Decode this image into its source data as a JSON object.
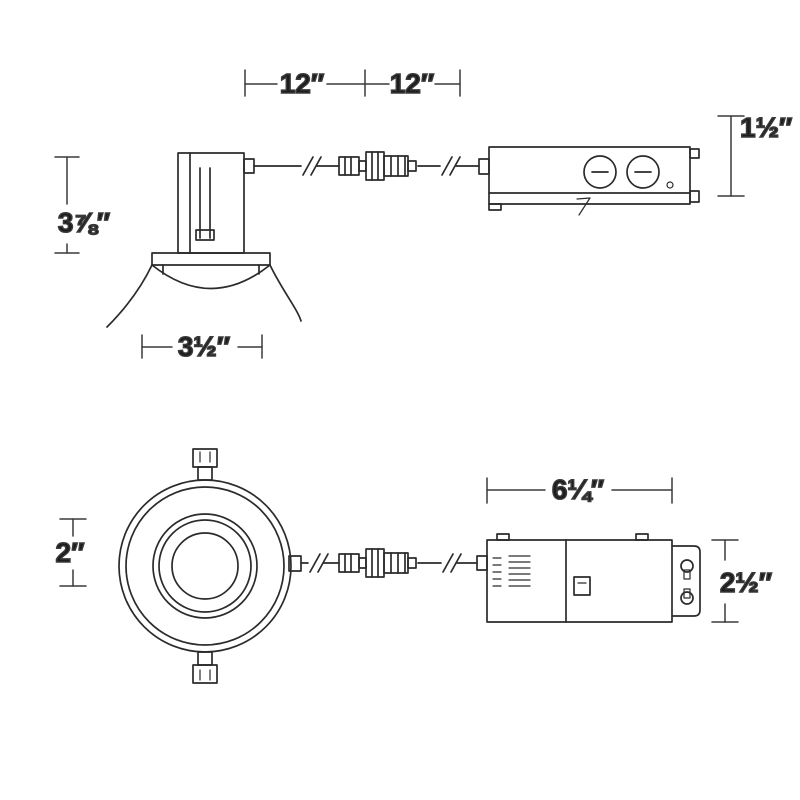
{
  "diagram": {
    "type": "technical-dimension-drawing",
    "subject": "recessed-downlight-with-remote-junction-box",
    "labels": {
      "span_left": "12″",
      "span_right": "12″",
      "jbox_height": "1½″",
      "housing_height": "3⅞″",
      "aperture": "3½″",
      "trim_depth": "2″",
      "jbox_length": "6¼″",
      "jbox_width": "2½″"
    },
    "colors": {
      "line": "#2b2b2b",
      "background": "#ffffff"
    }
  }
}
